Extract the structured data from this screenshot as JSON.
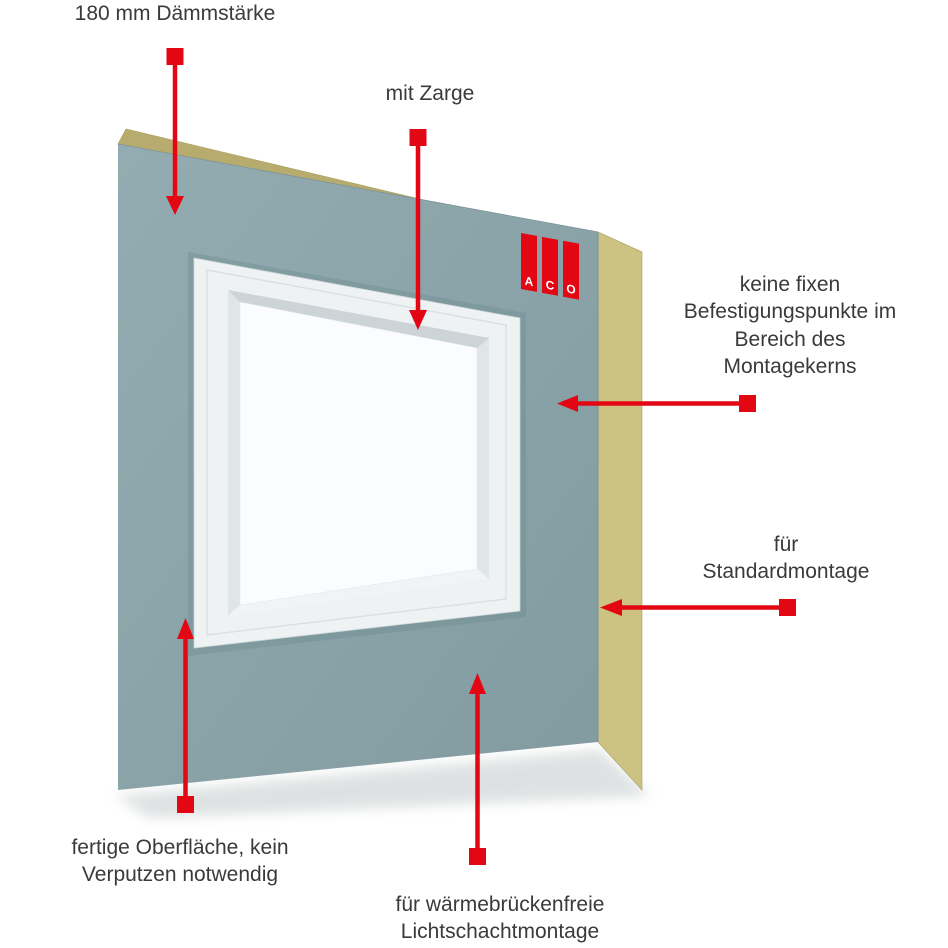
{
  "colors": {
    "arrow": "#e30613",
    "text": "#3a3a39",
    "face_light": "#93acb1",
    "face_dark": "#819ba0",
    "core_top": "#b7ac6d",
    "core_side": "#ccc282",
    "frame_halo": "#6f8b91",
    "frame_outer": "#eff2f3",
    "frame_base": "#e0e6e8",
    "frame_reveal_dark": "#ccd4d7",
    "glass": "#fbfcfd",
    "logo_red": "#e30613",
    "logo_text": "#ffffff"
  },
  "logo": {
    "letters": [
      "A",
      "C",
      "O"
    ]
  },
  "labels": {
    "daemmstaerke": "180 mm Dämmstärke",
    "zarge": "mit Zarge",
    "befestigungspunkte": "keine fixen\nBefestigungspunkte im\nBereich des\nMontagekerns",
    "standardmontage": "für\nStandardmontage",
    "oberflaeche": "fertige Oberfläche, kein\nVerputzen notwendig",
    "lichtschachtmontage": "für wärmebrückenfreie\nLichtschachtmontage"
  }
}
